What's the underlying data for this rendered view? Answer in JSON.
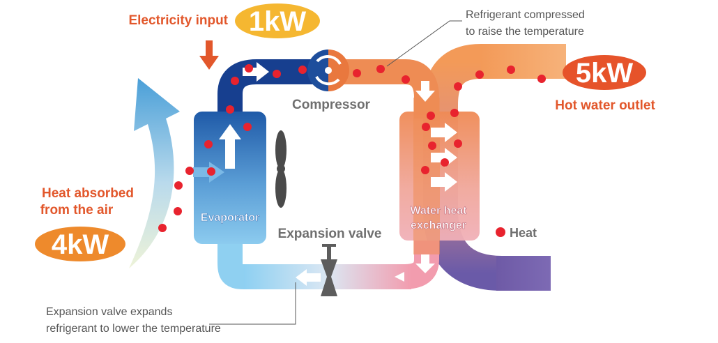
{
  "labels": {
    "electricity_input": "Electricity input",
    "power_in": "1kW",
    "refrigerant_compressed_line1": "Refrigerant compressed",
    "refrigerant_compressed_line2": "to raise the temperature",
    "compressor": "Compressor",
    "power_out": "5kW",
    "hot_water_outlet": "Hot water outlet",
    "heat_absorbed_line1": "Heat absorbed",
    "heat_absorbed_line2": "from the air",
    "power_air": "4kW",
    "evaporator": "Evaporator",
    "expansion_valve": "Expansion valve",
    "water_heat_exchanger_line1": "Water heat",
    "water_heat_exchanger_line2": "exchanger",
    "heat_legend": "Heat",
    "expansion_note_line1": "Expansion valve expands",
    "expansion_note_line2": "refrigerant to lower the temperature"
  },
  "colors": {
    "accent_orange": "#e2572b",
    "badge_yellow": "#f5b731",
    "badge_orange": "#ee8a2c",
    "badge_red": "#e6532a",
    "heat_dot": "#e8232e",
    "cold_blue": "#1d4f9e",
    "air_blue": "#5aa8dc",
    "water_purple": "#7a63a8"
  }
}
